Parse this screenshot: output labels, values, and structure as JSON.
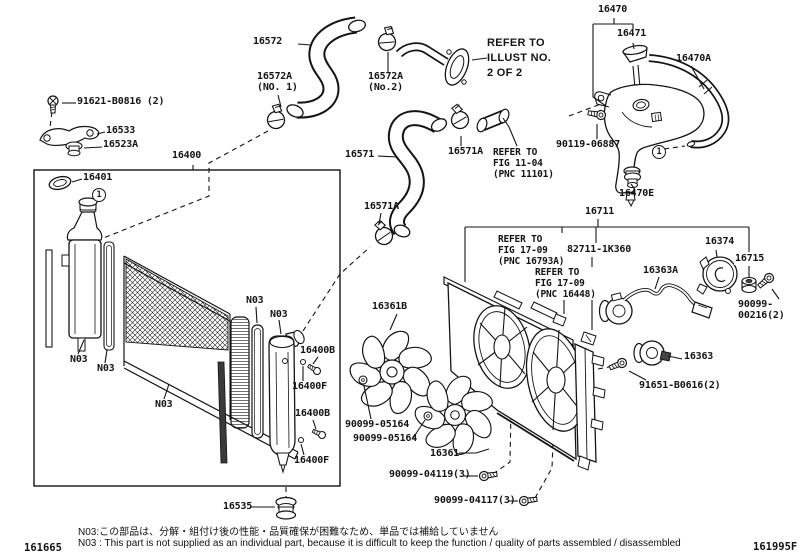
{
  "doc": {
    "markers": [
      "1",
      "1"
    ],
    "labels": [
      {
        "id": "16572",
        "text": "16572"
      },
      {
        "id": "16572a-no1",
        "text": "16572A\n(NO. 1)"
      },
      {
        "id": "16572a-no2",
        "text": "16572A\n(No.2)"
      },
      {
        "id": "refer-illust",
        "text": "REFER TO\nILLUST NO.\n2 OF 2"
      },
      {
        "id": "16470",
        "text": "16470"
      },
      {
        "id": "16471",
        "text": "16471"
      },
      {
        "id": "16470a",
        "text": "16470A"
      },
      {
        "id": "91621-b0816",
        "text": "91621-B0816 (2)"
      },
      {
        "id": "16533",
        "text": "16533"
      },
      {
        "id": "16523a",
        "text": "16523A"
      },
      {
        "id": "16400",
        "text": "16400"
      },
      {
        "id": "16401",
        "text": "16401"
      },
      {
        "id": "16571",
        "text": "16571"
      },
      {
        "id": "16571a-top",
        "text": "16571A"
      },
      {
        "id": "refer-fig-11-04",
        "text": "REFER TO\nFIG 11-04\n(PNC 11101)"
      },
      {
        "id": "90119-06887",
        "text": "90119-06887"
      },
      {
        "id": "16470e",
        "text": "16470E"
      },
      {
        "id": "16571a-mid",
        "text": "16571A"
      },
      {
        "id": "16711",
        "text": "16711"
      },
      {
        "id": "refer-fig-17-09-a",
        "text": "REFER TO\nFIG 17-09\n(PNC 16793A)"
      },
      {
        "id": "82711-1k360",
        "text": "82711-1K360"
      },
      {
        "id": "refer-fig-17-09-b",
        "text": "REFER TO\nFIG 17-09\n(PNC 16448)"
      },
      {
        "id": "16374",
        "text": "16374"
      },
      {
        "id": "16715",
        "text": "16715"
      },
      {
        "id": "16363a",
        "text": "16363A"
      },
      {
        "id": "90099-00216",
        "text": "90099-00216(2)"
      },
      {
        "id": "16361b",
        "text": "16361B"
      },
      {
        "id": "16363",
        "text": "16363"
      },
      {
        "id": "91651-b0616",
        "text": "91651-B0616(2)"
      },
      {
        "id": "n03-1",
        "text": "N03"
      },
      {
        "id": "n03-2",
        "text": "N03"
      },
      {
        "id": "n03-3",
        "text": "N03"
      },
      {
        "id": "n03-4",
        "text": "N03"
      },
      {
        "id": "n03-5",
        "text": "N03"
      },
      {
        "id": "16400b-1",
        "text": "16400B"
      },
      {
        "id": "16400f-1",
        "text": "16400F"
      },
      {
        "id": "16400b-2",
        "text": "16400B"
      },
      {
        "id": "16400f-2",
        "text": "16400F"
      },
      {
        "id": "16535",
        "text": "16535"
      },
      {
        "id": "90099-05164-1",
        "text": "90099-05164"
      },
      {
        "id": "90099-05164-2",
        "text": "90099-05164"
      },
      {
        "id": "16361",
        "text": "16361"
      },
      {
        "id": "90099-04119",
        "text": "90099-04119(3)"
      },
      {
        "id": "90099-04117",
        "text": "90099-04117(3)"
      }
    ],
    "footer": {
      "note_jp": "N03:この部品は、分解・組付け後の性能・品質確保が困難なため、単品では補給していません",
      "note_en": "N03 : This part is not supplied as an individual part, because it is difficult to keep the function / quality of parts assembled / disassembled",
      "code_left": "161665",
      "code_right": "161995F"
    }
  }
}
